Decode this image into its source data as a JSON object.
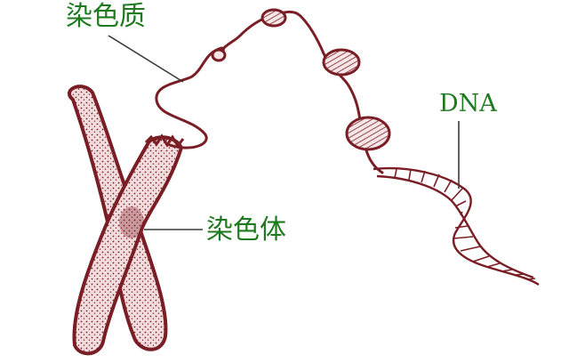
{
  "labels": {
    "chromatin": "染色质",
    "chromosome": "染色体",
    "dna": "DNA"
  },
  "colors": {
    "label_text": "#1f7a1f",
    "structure": "#7a1e26",
    "structure_fill": "#f3dcdd",
    "leader_line": "#3a3a3a"
  },
  "icons": {
    "chromosome": "x-shaped-chromosome",
    "chromatin": "coiled-chromatin-fiber",
    "dna": "double-helix"
  }
}
